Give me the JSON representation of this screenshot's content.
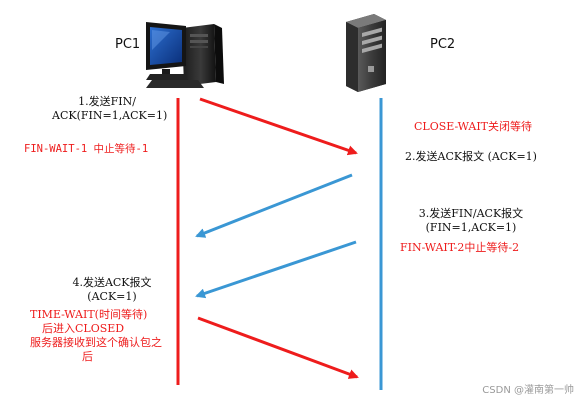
{
  "hosts": {
    "left": {
      "label": "PC1"
    },
    "right": {
      "label": "PC2"
    }
  },
  "steps": {
    "step1_line1": "1.发送FIN/",
    "step1_line2": "ACK(FIN=1,ACK=1)",
    "state_fin_wait_1": "FIN-WAIT-1 中止等待-1",
    "state_close_wait": "CLOSE-WAIT关闭等待",
    "step2": "2.发送ACK报文 (ACK=1)",
    "step3_line1": "3.发送FIN/ACK报文",
    "step3_line2": "(FIN=1,ACK=1)",
    "state_fin_wait_2": "FIN-WAIT-2中止等待-2",
    "step4_line1": "4.发送ACK报文",
    "step4_line2": "(ACK=1)",
    "state_time_wait_line1": "TIME-WAIT(时间等待)",
    "state_time_wait_line2": "后进入CLOSED",
    "state_time_wait_line3": "服务器接收到这个确认包之",
    "state_time_wait_line4": "后"
  },
  "colors": {
    "pc1_timeline": "#ee1c1c",
    "pc2_timeline": "#3a97d4",
    "state_text": "#ee1c1c"
  },
  "watermark": "CSDN @灌南第一帅"
}
